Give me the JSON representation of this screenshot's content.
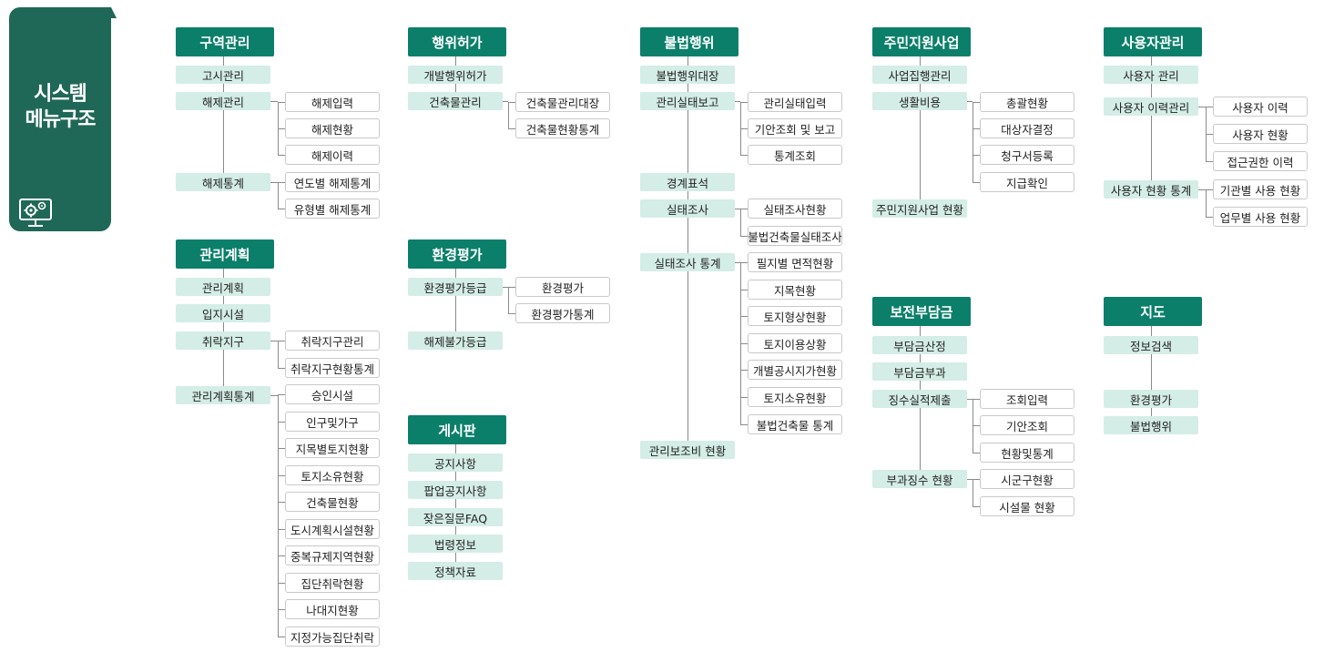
{
  "side_panel": {
    "title_line1": "시스템",
    "title_line2": "메뉴구조",
    "icon": "gear-monitor-icon"
  },
  "colors": {
    "panel": "#1f6857",
    "header": "#0b7f6a",
    "primary_box": "#d4ede6",
    "secondary_border": "#c9c9c9"
  },
  "groups": [
    {
      "header": "구역관리",
      "items": [
        {
          "label": "고시관리",
          "children": []
        },
        {
          "label": "해제관리",
          "children": [
            "해제입력",
            "해제현황",
            "해제이력"
          ]
        },
        {
          "label": "해제통계",
          "children": [
            "연도별 해제통계",
            "유형별 해제통계"
          ]
        }
      ]
    },
    {
      "header": "관리계획",
      "items": [
        {
          "label": "관리계획",
          "children": []
        },
        {
          "label": "입지시설",
          "children": []
        },
        {
          "label": "취락지구",
          "children": [
            "취락지구관리",
            "취락지구현황통계"
          ]
        },
        {
          "label": "관리계획통계",
          "children": [
            "승인시설",
            "인구및가구",
            "지목별토지현황",
            "토지소유현황",
            "건축물현황",
            "도시계획시설현황",
            "중복규제지역현황",
            "집단취락현황",
            "나대지현황",
            "지정가능집단취락"
          ]
        }
      ]
    },
    {
      "header": "행위허가",
      "items": [
        {
          "label": "개발행위허가",
          "children": []
        },
        {
          "label": "건축물관리",
          "children": [
            "건축물관리대장",
            "건축물현황통계"
          ]
        }
      ]
    },
    {
      "header": "환경평가",
      "items": [
        {
          "label": "환경평가등급",
          "children": [
            "환경평가",
            "환경평가통계"
          ]
        },
        {
          "label": "해제불가등급",
          "children": []
        }
      ]
    },
    {
      "header": "게시판",
      "items": [
        {
          "label": "공지사항",
          "children": []
        },
        {
          "label": "팝업공지사항",
          "children": []
        },
        {
          "label": "잦은질문FAQ",
          "children": []
        },
        {
          "label": "법령정보",
          "children": []
        },
        {
          "label": "정책자료",
          "children": []
        }
      ]
    },
    {
      "header": "불법행위",
      "items": [
        {
          "label": "불법행위대장",
          "children": []
        },
        {
          "label": "관리실태보고",
          "children": [
            "관리실태입력",
            "기안조회 및 보고",
            "통계조회"
          ]
        },
        {
          "label": "경계표석",
          "children": []
        },
        {
          "label": "실태조사",
          "children": [
            "실태조사현황",
            "불법건축물실태조사"
          ]
        },
        {
          "label": "실태조사 통계",
          "children": [
            "필지별 면적현황",
            "지목현황",
            "토지형상현황",
            "토지이용상황",
            "개별공시지가현황",
            "토지소유현황",
            "불법건축물 통계"
          ]
        },
        {
          "label": "관리보조비 현황",
          "children": []
        }
      ]
    },
    {
      "header": "주민지원사업",
      "items": [
        {
          "label": "사업집행관리",
          "children": []
        },
        {
          "label": "생활비용",
          "children": [
            "총괄현황",
            "대상자결정",
            "청구서등록",
            "지급확인"
          ]
        },
        {
          "label": "주민지원사업 현황",
          "children": []
        }
      ]
    },
    {
      "header": "보전부담금",
      "items": [
        {
          "label": "부담금산정",
          "children": []
        },
        {
          "label": "부담금부과",
          "children": []
        },
        {
          "label": "징수실적제출",
          "children": [
            "조회입력",
            "기안조회",
            "현황및통계"
          ]
        },
        {
          "label": "부과징수 현황",
          "children": [
            "시군구현황",
            "시설물 현황"
          ]
        }
      ]
    },
    {
      "header": "사용자관리",
      "items": [
        {
          "label": "사용자 관리",
          "children": []
        },
        {
          "label": "사용자 이력관리",
          "children": [
            "사용자 이력",
            "사용자 현황",
            "접근권한 이력"
          ]
        },
        {
          "label": "사용자 현황 통계",
          "children": [
            "기관별 사용 현황",
            "업무별 사용 현황"
          ]
        }
      ]
    },
    {
      "header": "지도",
      "items": [
        {
          "label": "정보검색",
          "children": []
        },
        {
          "label": "환경평가",
          "children": []
        },
        {
          "label": "불법행위",
          "children": []
        }
      ]
    }
  ]
}
